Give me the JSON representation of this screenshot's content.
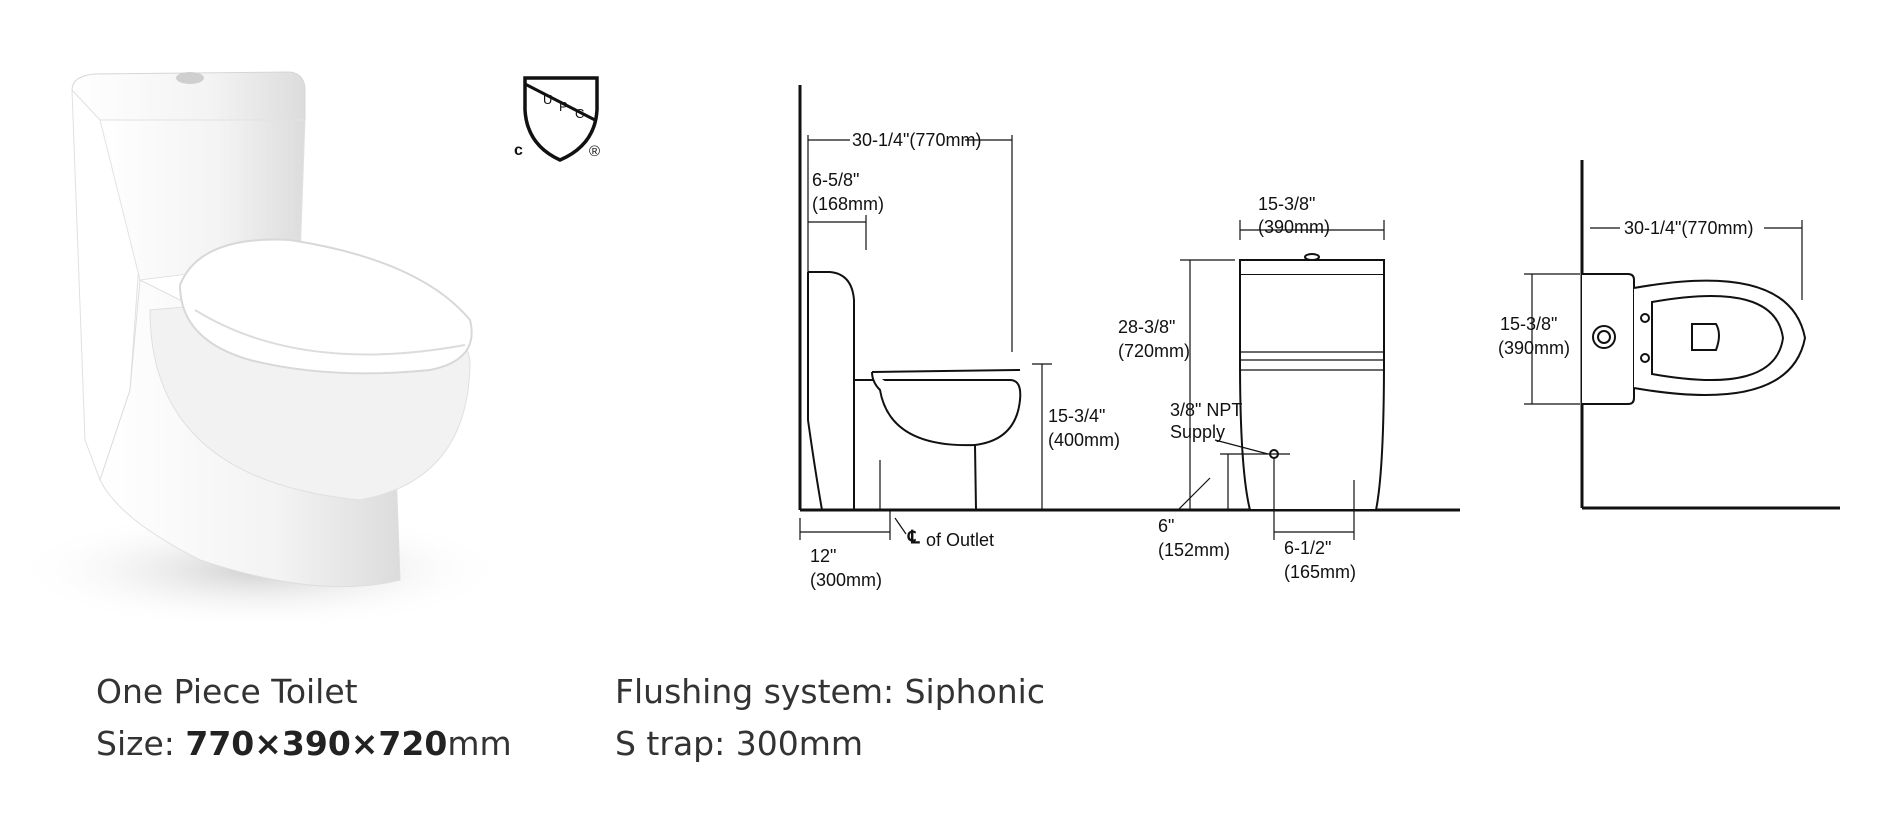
{
  "product": {
    "name": "One Piece Toilet",
    "size_label": "Size: ",
    "size_value": "770×390×720",
    "size_unit": "mm",
    "flushing": "Flushing system: Siphonic",
    "trap": "S trap: 300mm"
  },
  "certification": {
    "mark": "UPC",
    "letters": [
      "U",
      "P",
      "C"
    ],
    "prefix": "c",
    "registered": "®"
  },
  "dimensions": {
    "side": {
      "length_in": "30-1/4\"(770mm)",
      "tank_depth_in": "6-5/8\"",
      "tank_depth_mm": "(168mm)",
      "seat_height_in": "15-3/4\"",
      "seat_height_mm": "(400mm)",
      "rough_in_in": "12\"",
      "rough_in_mm": "(300mm)",
      "outlet_label": "of Outlet"
    },
    "front": {
      "width_in": "15-3/8\"",
      "width_mm": "(390mm)",
      "height_in": "28-3/8\"",
      "height_mm": "(720mm)",
      "supply_line1": "3/8\" NPT",
      "supply_line2": "Supply",
      "supply_height_in": "6\"",
      "supply_height_mm": "(152mm)",
      "supply_offset_in": "6-1/2\"",
      "supply_offset_mm": "(165mm)"
    },
    "top": {
      "length_in": "30-1/4\"(770mm)",
      "width_in": "15-3/8\"",
      "width_mm": "(390mm)"
    }
  },
  "colors": {
    "line": "#111111",
    "caption": "#333333",
    "ceramic": "#f4f4f4"
  }
}
